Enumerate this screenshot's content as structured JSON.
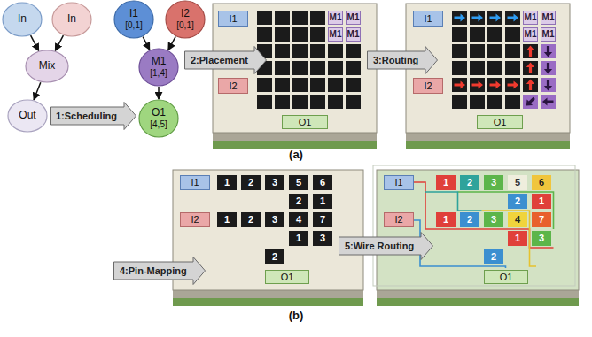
{
  "diagram": {
    "nodes": [
      {
        "text": [
          "In"
        ]
      },
      {
        "text": [
          "In"
        ]
      },
      {
        "text": [
          "Mix"
        ]
      },
      {
        "text": [
          "Out"
        ]
      },
      {
        "text": [
          "1:Scheduling"
        ]
      },
      {
        "text": [
          "I1",
          "[0,1]"
        ]
      },
      {
        "text": [
          "I2",
          "[0,1]"
        ]
      },
      {
        "text": [
          "M1",
          "[1,4]"
        ]
      },
      {
        "text": [
          "O1",
          "[4,5]"
        ]
      },
      {
        "text": [
          "2:Placement"
        ]
      },
      {
        "text": [
          "I1"
        ]
      },
      {
        "text": [
          "M1"
        ]
      },
      {
        "text": [
          "M1"
        ]
      },
      {
        "text": [
          "M1"
        ]
      },
      {
        "text": [
          "M1"
        ]
      },
      {
        "text": [
          "I2"
        ]
      },
      {
        "text": [
          "O1"
        ]
      },
      {
        "text": [
          "3:Routing"
        ]
      },
      {
        "text": [
          "I1"
        ]
      },
      {
        "text": [
          "M1"
        ]
      },
      {
        "text": [
          "M1"
        ]
      },
      {
        "text": [
          "M1"
        ]
      },
      {
        "text": [
          "M1"
        ]
      },
      {
        "text": [
          "I2"
        ]
      },
      {
        "text": [
          "O1"
        ]
      },
      {
        "text": [
          "I1"
        ]
      },
      {
        "text": [
          "1"
        ]
      },
      {
        "text": [
          "2"
        ]
      },
      {
        "text": [
          "3"
        ]
      },
      {
        "text": [
          "5"
        ]
      },
      {
        "text": [
          "6"
        ]
      },
      {
        "text": [
          "2"
        ]
      },
      {
        "text": [
          "1"
        ]
      },
      {
        "text": [
          "I2"
        ]
      },
      {
        "text": [
          "1"
        ]
      },
      {
        "text": [
          "2"
        ]
      },
      {
        "text": [
          "3"
        ]
      },
      {
        "text": [
          "4"
        ]
      },
      {
        "text": [
          "7"
        ]
      },
      {
        "text": [
          "1"
        ]
      },
      {
        "text": [
          "3"
        ]
      },
      {
        "text": [
          "2"
        ]
      },
      {
        "text": [
          "O1"
        ]
      },
      {
        "text": [
          "4:Pin-Mapping"
        ]
      },
      {
        "text": [
          "5:Wire Routing"
        ]
      },
      {
        "text": [
          "I1"
        ]
      },
      {
        "text": [
          "1"
        ]
      },
      {
        "text": [
          "2"
        ]
      },
      {
        "text": [
          "3"
        ]
      },
      {
        "text": [
          "5"
        ]
      },
      {
        "text": [
          "6"
        ]
      },
      {
        "text": [
          "2"
        ]
      },
      {
        "text": [
          "1"
        ]
      },
      {
        "text": [
          "I2"
        ]
      },
      {
        "text": [
          "1"
        ]
      },
      {
        "text": [
          "2"
        ]
      },
      {
        "text": [
          "3"
        ]
      },
      {
        "text": [
          "4"
        ]
      },
      {
        "text": [
          "7"
        ]
      },
      {
        "text": [
          "1"
        ]
      },
      {
        "text": [
          "3"
        ]
      },
      {
        "text": [
          "2"
        ]
      },
      {
        "text": [
          "O1"
        ]
      }
    ],
    "edges": [
      {
        "from": 0,
        "to": 2,
        "arrow": "to"
      },
      {
        "from": 1,
        "to": 2,
        "arrow": "to"
      },
      {
        "from": 2,
        "to": 3,
        "arrow": "to"
      },
      {
        "from": 5,
        "to": 7,
        "arrow": "to"
      },
      {
        "from": 6,
        "to": 7,
        "arrow": "to"
      },
      {
        "from": 7,
        "to": 8,
        "arrow": "to"
      }
    ],
    "labels": [
      "(a)",
      "(b)"
    ]
  }
}
